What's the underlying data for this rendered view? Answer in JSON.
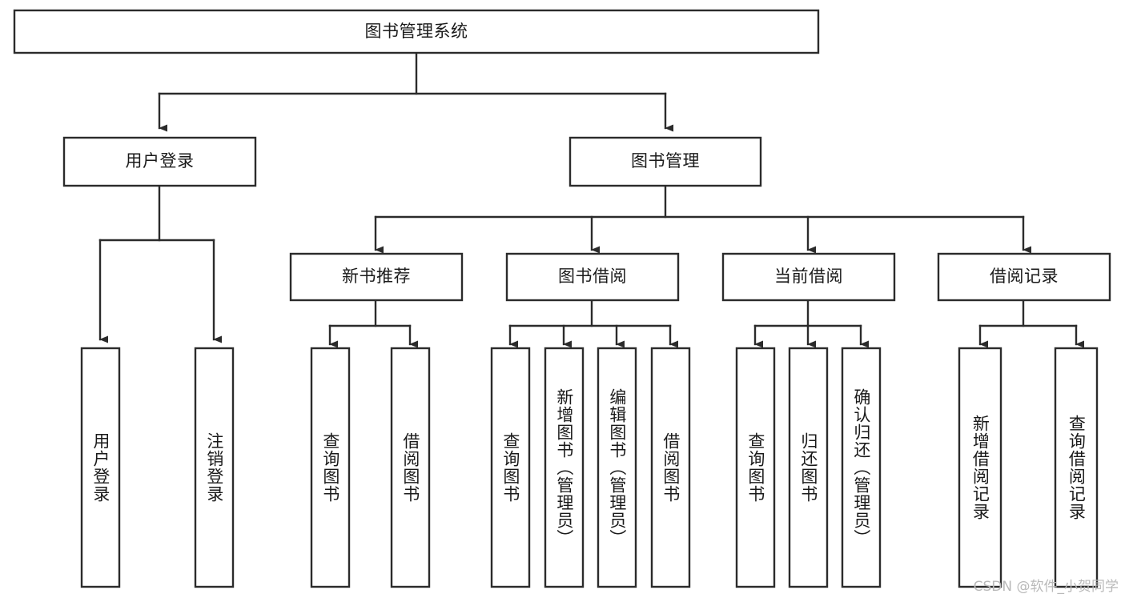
{
  "diagram": {
    "type": "hierarchy-tree",
    "title": "图书管理系统",
    "root": {
      "label": "图书管理系统",
      "level": 0
    },
    "level1": [
      {
        "label": "用户登录"
      },
      {
        "label": "图书管理"
      }
    ],
    "level2": [
      {
        "label": "新书推荐"
      },
      {
        "label": "图书借阅"
      },
      {
        "label": "当前借阅"
      },
      {
        "label": "借阅记录"
      }
    ],
    "leaves": {
      "user_login": [
        {
          "label": "用户登录"
        },
        {
          "label": "注销登录"
        }
      ],
      "new_book_recommend": [
        {
          "label": "查询图书"
        },
        {
          "label": "借阅图书"
        }
      ],
      "book_borrow": [
        {
          "label": "查询图书"
        },
        {
          "label": "新增图书（管理员）"
        },
        {
          "label": "编辑图书（管理员）"
        },
        {
          "label": "借阅图书"
        }
      ],
      "current_borrow": [
        {
          "label": "查询图书"
        },
        {
          "label": "归还图书"
        },
        {
          "label": "确认归还（管理员）"
        }
      ],
      "borrow_records": [
        {
          "label": "新增借阅记录"
        },
        {
          "label": "查询借阅记录"
        }
      ]
    },
    "watermark": "CSDN @软件_小贺同学",
    "colors": {
      "stroke": "#2b2b2b",
      "fill": "#ffffff",
      "text": "#1a1a1a",
      "watermark": "#b9b9b9",
      "background": "#ffffff"
    }
  }
}
